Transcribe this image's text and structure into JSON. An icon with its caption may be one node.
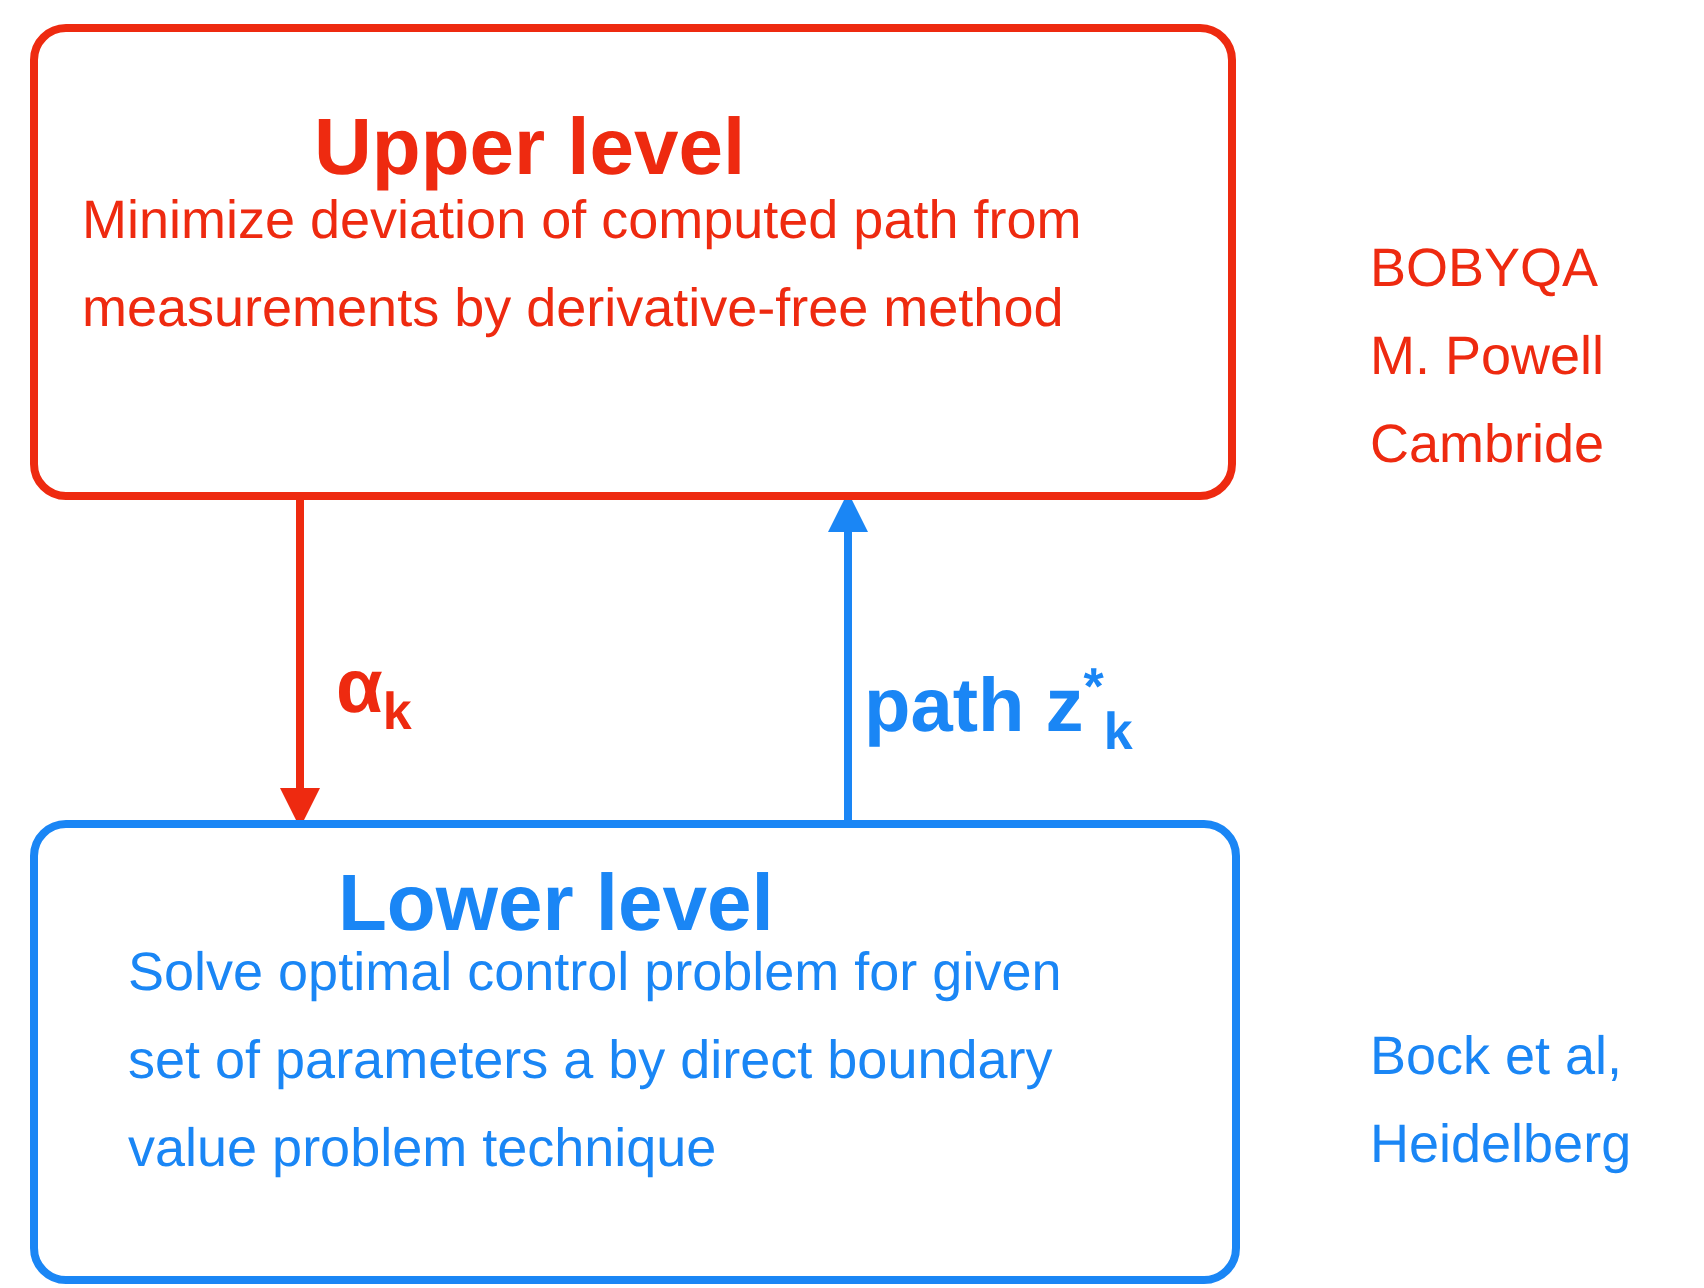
{
  "diagram": {
    "nodes": [
      {
        "text": [
          "Upper level",
          "Minimize deviation of computed path from measurements by derivative-free method"
        ],
        "beside": [
          "BOBYQA",
          "M. Powell",
          "Cambride"
        ]
      },
      {
        "text": [
          "Lower level",
          "Solve optimal control problem for given set of parameters a by direct boundary value problem technique"
        ],
        "beside": [
          "Bock et al,",
          "Heidelberg"
        ]
      }
    ],
    "edges": [
      {
        "from": 0,
        "to": 1,
        "arrow": "to",
        "label": "α$_{k}$",
        "color": "#ee2a10"
      },
      {
        "from": 1,
        "to": 0,
        "arrow": "to",
        "label": "path z$^{*}$$_{k}$",
        "color": "#1a86f5"
      }
    ]
  }
}
